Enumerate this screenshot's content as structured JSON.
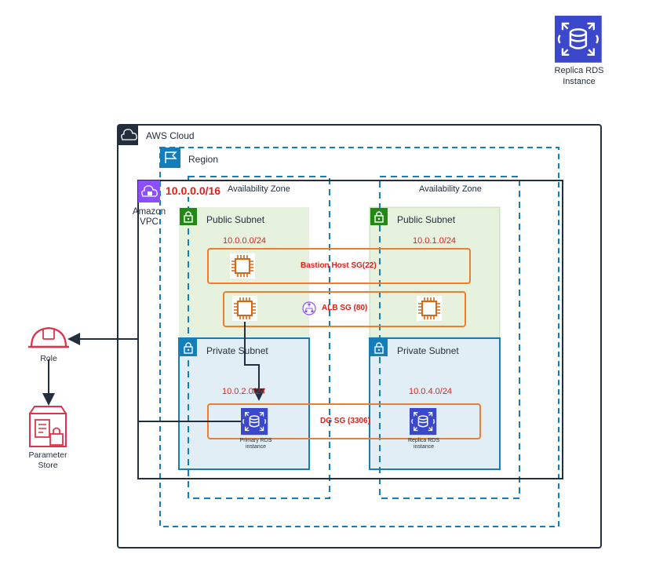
{
  "top_replica": {
    "label_line1": "Replica RDS",
    "label_line2": "Instance"
  },
  "aws_cloud": {
    "label": "AWS Cloud"
  },
  "region": {
    "label": "Region"
  },
  "vpc": {
    "label_line1": "Amazon",
    "label_line2": "VPC",
    "cidr": "10.0.0.0/16"
  },
  "az_left": {
    "label": "Availability Zone"
  },
  "az_right": {
    "label": "Availability Zone"
  },
  "public_subnet_left": {
    "label": "Public Subnet",
    "cidr": "10.0.0.0/24"
  },
  "public_subnet_right": {
    "label": "Public Subnet",
    "cidr": "10.0.1.0/24"
  },
  "private_subnet_left": {
    "label": "Private Subnet",
    "cidr": "10.0.2.0/24"
  },
  "private_subnet_right": {
    "label": "Private Subnet",
    "cidr": "10.0.4.0/24"
  },
  "sg_bastion": {
    "label": "Bastion Host  SG(22)"
  },
  "sg_alb": {
    "label": "ALB SG (80)"
  },
  "sg_db": {
    "label": "DG SG (3306)"
  },
  "primary_rds": {
    "label_line1": "Primary RDS",
    "label_line2": "instance"
  },
  "replica_rds": {
    "label_line1": "Replica RDS",
    "label_line2": "instance"
  },
  "role": {
    "label": "Role"
  },
  "parameter_store": {
    "label_line1": "Parameter",
    "label_line2": "Store"
  },
  "colors": {
    "cloud_border": "#232f3e",
    "region_border": "#147eba",
    "vpc_border": "#232f3e",
    "public_fill": "#e6f1de",
    "public_green": "#248814",
    "private_fill": "#e1eef5",
    "private_blue": "#147eba",
    "sg_orange": "#ed7d31",
    "ec2_orange": "#d86613",
    "rds_blue": "#3b48cc",
    "vpc_purple": "#8c4fff",
    "iam_red": "#dd344c",
    "cidr_red": "#e0201b"
  }
}
